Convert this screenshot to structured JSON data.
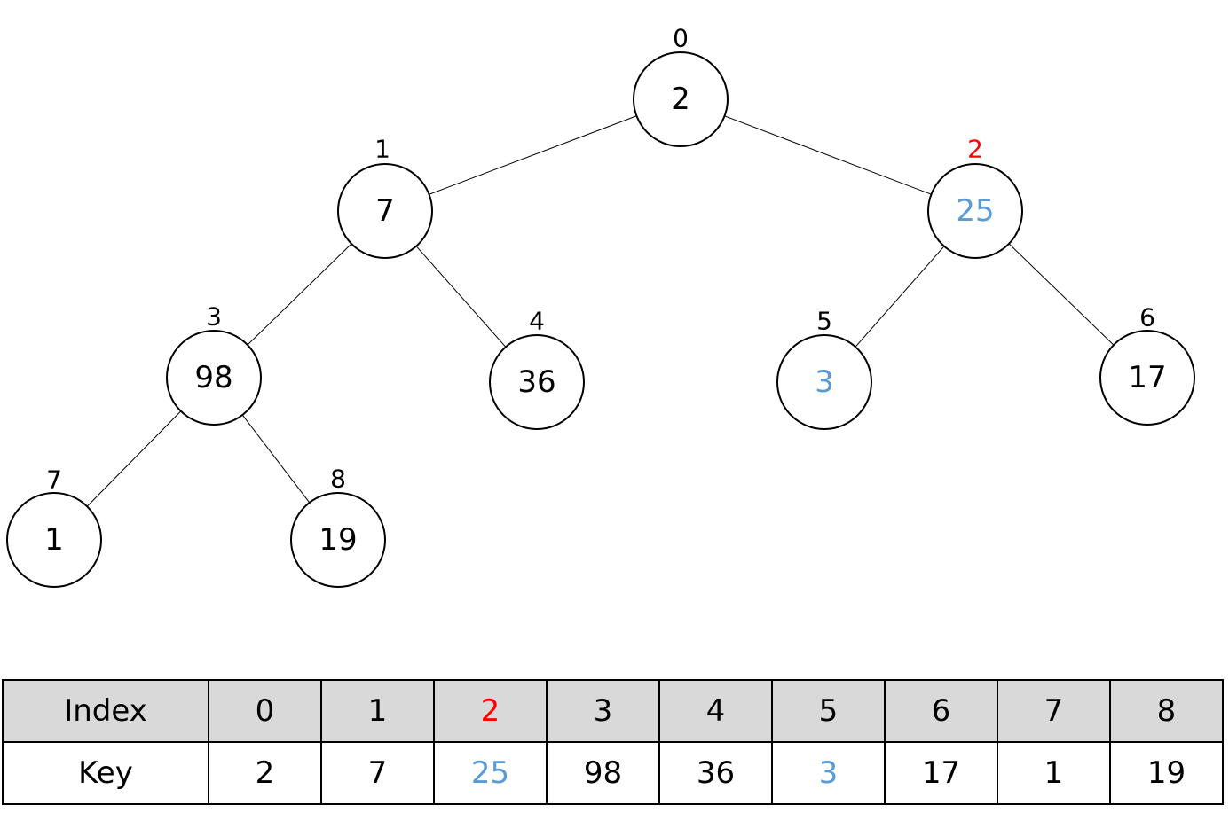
{
  "colors": {
    "default": "#000000",
    "highlight_index": "#ff0000",
    "highlight_key": "#5b9bd5",
    "header_fill": "#d9d9d9"
  },
  "heap": {
    "nodes": [
      {
        "index": "0",
        "key": "2",
        "index_color": "default",
        "key_color": "default"
      },
      {
        "index": "1",
        "key": "7",
        "index_color": "default",
        "key_color": "default"
      },
      {
        "index": "2",
        "key": "25",
        "index_color": "highlight_index",
        "key_color": "highlight_key"
      },
      {
        "index": "3",
        "key": "98",
        "index_color": "default",
        "key_color": "default"
      },
      {
        "index": "4",
        "key": "36",
        "index_color": "default",
        "key_color": "default"
      },
      {
        "index": "5",
        "key": "3",
        "index_color": "default",
        "key_color": "highlight_key"
      },
      {
        "index": "6",
        "key": "17",
        "index_color": "default",
        "key_color": "default"
      },
      {
        "index": "7",
        "key": "1",
        "index_color": "default",
        "key_color": "default"
      },
      {
        "index": "8",
        "key": "19",
        "index_color": "default",
        "key_color": "default"
      }
    ]
  },
  "table": {
    "index_label": "Index",
    "key_label": "Key"
  }
}
